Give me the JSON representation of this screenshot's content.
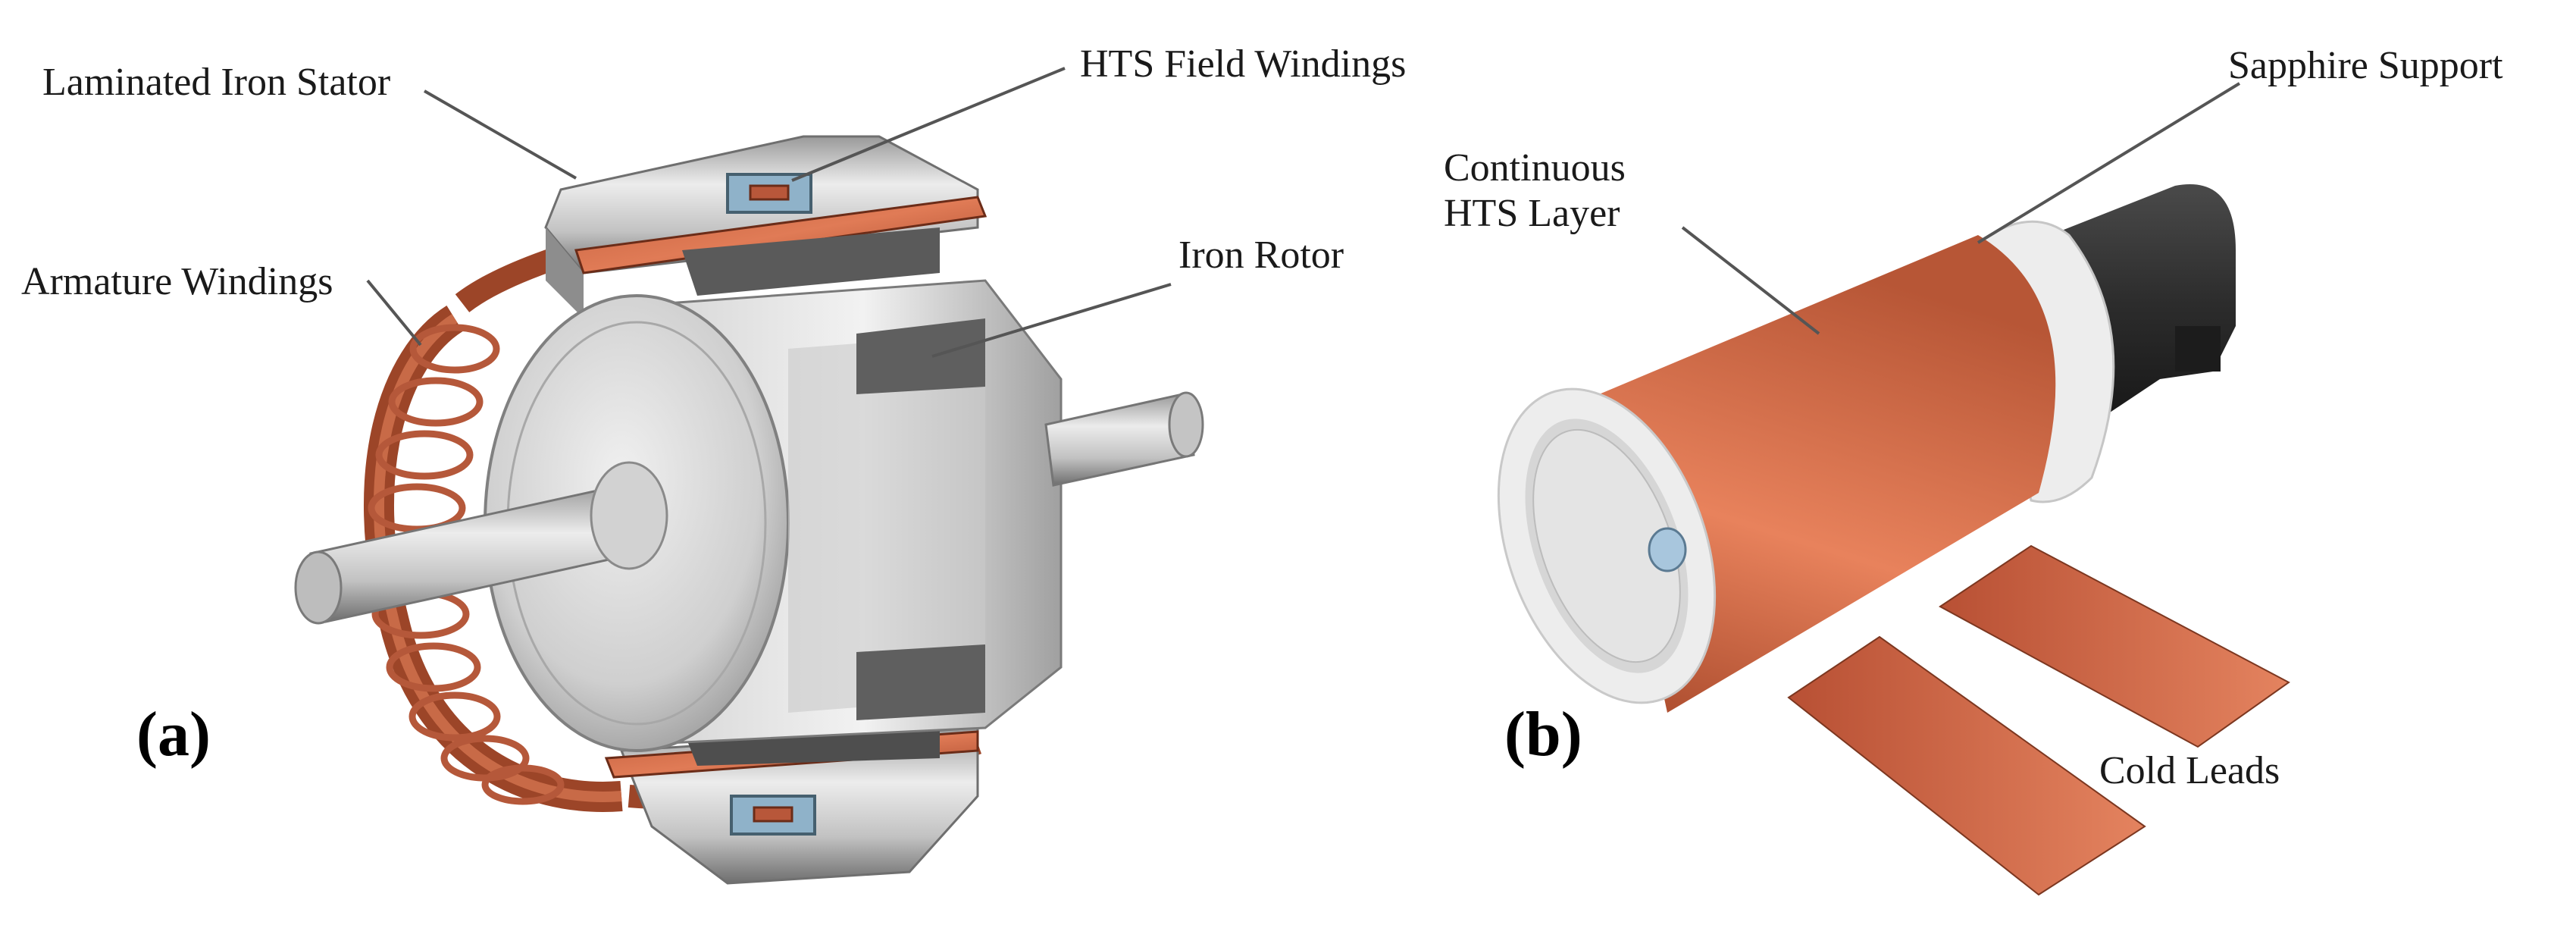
{
  "panel_a": {
    "id_label": "(a)",
    "labels": {
      "stator": "Laminated Iron Stator",
      "hts_windings": "HTS Field Windings",
      "armature": "Armature Windings",
      "rotor": "Iron Rotor"
    }
  },
  "panel_b": {
    "id_label": "(b)",
    "labels": {
      "sapphire": "Sapphire Support",
      "hts_layer_line1": "Continuous",
      "hts_layer_line2": "HTS Layer",
      "cold_leads": "Cold Leads"
    }
  },
  "colors": {
    "steel_light": "#e4e4e4",
    "steel_mid": "#b5b5b5",
    "steel_dark": "#707070",
    "copper": "#b8573a",
    "copper_dark": "#7d3520",
    "sapphire": "#ededed",
    "black_part": "#2a2a2a",
    "leader_line": "#555555"
  }
}
